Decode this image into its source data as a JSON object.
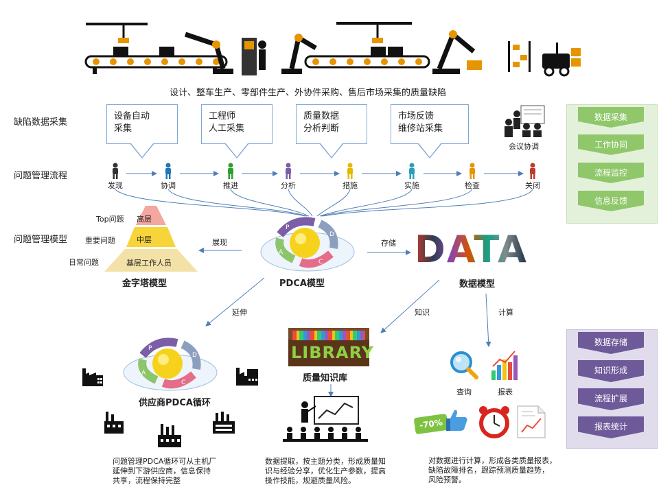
{
  "banner": {
    "caption": "设计、整车生产、零部件生产、外协件采购、售后市场采集的质量缺陷"
  },
  "rows": {
    "collect": "缺陷数据采集",
    "process": "问题管理流程",
    "model": "问题管理模型"
  },
  "callouts": [
    {
      "line1": "设备自动",
      "line2": "采集"
    },
    {
      "line1": "工程师",
      "line2": "人工采集"
    },
    {
      "line1": "质量数据",
      "line2": "分析判断"
    },
    {
      "line1": "市场反馈",
      "line2": "维修站采集"
    }
  ],
  "meeting": "会议协调",
  "steps": [
    "发现",
    "协调",
    "推进",
    "分析",
    "措施",
    "实施",
    "检查",
    "关闭"
  ],
  "step_colors": [
    "#333333",
    "#1f77b4",
    "#2ca02c",
    "#7b5ea7",
    "#e6b800",
    "#2aa0b8",
    "#e69500",
    "#c0392b"
  ],
  "green_panel": [
    "数据采集",
    "工作协同",
    "流程监控",
    "信息反馈"
  ],
  "purple_panel": [
    "数据存储",
    "知识形成",
    "流程扩展",
    "报表统计"
  ],
  "pyramid": {
    "top": "高层",
    "mid": "中层",
    "base": "基层工作人员",
    "top_label": "Top问题",
    "mid_label": "重要问题",
    "base_label": "日常问题",
    "title": "金字塔模型"
  },
  "pdca": {
    "title": "PDCA模型",
    "p": "P",
    "d": "D",
    "c": "C",
    "a": "A"
  },
  "data_model": {
    "word": "DATA",
    "title": "数据模型"
  },
  "arrows": {
    "show": "展现",
    "store": "存储",
    "extend": "延伸",
    "knowledge": "知识",
    "compute": "计算"
  },
  "supplier": {
    "title": "供应商PDCA循环"
  },
  "library": {
    "word": "LIBRARY",
    "title": "质量知识库"
  },
  "report": {
    "query": "查询",
    "report": "报表",
    "discount": "-70%"
  },
  "descriptions": {
    "supplier": [
      "问题管理PDCA循环可从主机厂",
      "延伸到下游供应商，信息保持",
      "共享，流程保持完整"
    ],
    "library": [
      "数据提取，按主题分类，形成质量知",
      "识与经验分享，优化生产参数，提高",
      "操作技能，规避质量风险。"
    ],
    "report": [
      "对数据进行计算，形成各类质量报表，",
      "缺陷故障排名，跟踪预测质量趋势，",
      "风险预警。"
    ]
  }
}
